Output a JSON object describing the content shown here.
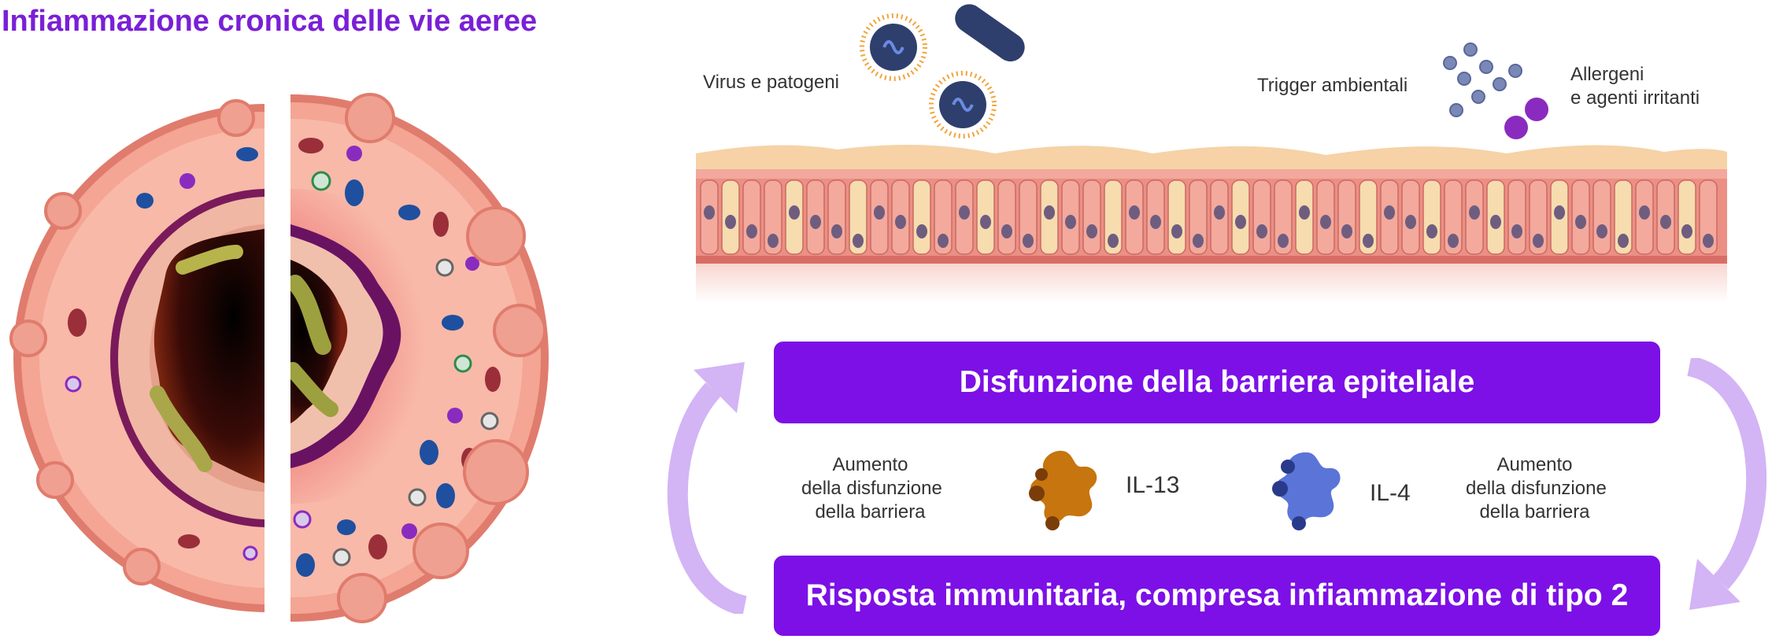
{
  "title": "Infiammazione cronica delle vie aeree",
  "labels": {
    "virus": "Virus e patogeni",
    "trigger": "Trigger ambientali",
    "allergeni_line1": "Allergeni",
    "allergeni_line2": "e agenti irritanti"
  },
  "cycle": {
    "top_band": "Disfunzione della barriera epiteliale",
    "bottom_band": "Risposta immunitaria, compresa infiammazione di tipo 2",
    "left_text": [
      "Aumento",
      "della disfunzione",
      "della barriera"
    ],
    "right_text": [
      "Aumento",
      "della disfunzione",
      "della barriera"
    ],
    "cytokines": [
      {
        "name": "IL-13",
        "color": "#c7750e"
      },
      {
        "name": "IL-4",
        "color": "#5b74d8"
      }
    ]
  },
  "colors": {
    "accent": "#7c10e6",
    "arrow": "#d3b4f5",
    "tissue": "#f8b5a4",
    "epithelium": "#e9897f"
  }
}
